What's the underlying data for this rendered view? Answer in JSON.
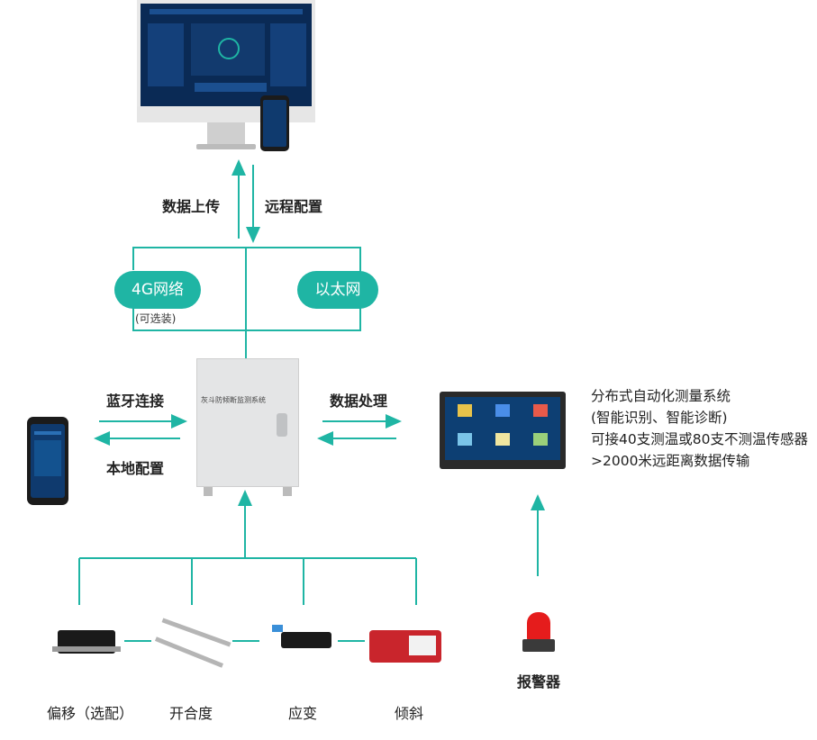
{
  "top": {
    "upload_label": "数据上传",
    "remote_config_label": "远程配置"
  },
  "network": {
    "option_4g": "4G网络",
    "option_4g_note": "(可选装)",
    "option_ethernet": "以太网"
  },
  "cabinet": {
    "panel_text": "灰斗防倾断监测系统"
  },
  "left_link": {
    "bluetooth_label": "蓝牙连接",
    "local_config_label": "本地配置"
  },
  "right_link": {
    "processing_label": "数据处理"
  },
  "description": {
    "lines": [
      "分布式自动化测量系统",
      "(智能识别、智能诊断)",
      "可接40支测温或80支不测温传感器",
      ">2000米远距离数据传输"
    ]
  },
  "sensors": [
    {
      "label": "偏移（选配）"
    },
    {
      "label": "开合度"
    },
    {
      "label": "应变"
    },
    {
      "label": "倾斜"
    }
  ],
  "alarm": {
    "label": "报警器"
  },
  "colors": {
    "accent": "#1fb5a4",
    "screen": "#0a2a55"
  }
}
